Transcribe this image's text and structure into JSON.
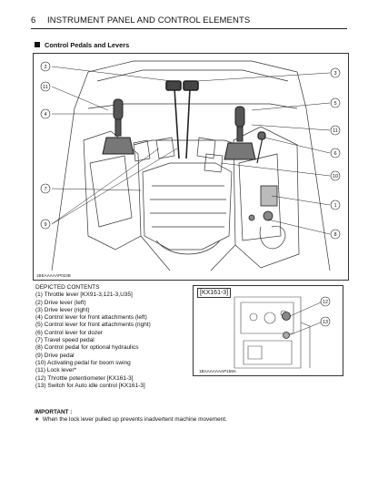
{
  "header": {
    "page_number": "6",
    "title": "INSTRUMENT PANEL AND CONTROL ELEMENTS"
  },
  "section_title": "Control Pedals and Levers",
  "main_figure": {
    "code": "1BEAAAAAP023B",
    "callouts": [
      "2",
      "11",
      "4",
      "7",
      "9",
      "3",
      "5",
      "11",
      "6",
      "10",
      "1",
      "8"
    ]
  },
  "contents": {
    "heading": "DEPICTED CONTENTS",
    "items": [
      "(1) Throttle lever [KX91-3,121-3,U35]",
      "(2) Drive lever (left)",
      "(3) Drive lever (right)",
      "(4) Control lever for front attachments (left)",
      "(5) Control lever for front attachments (right)",
      "(6) Control lever for dozer",
      "(7) Travel speed pedal",
      "(8) Control pedal for optional hydraulics",
      "(9) Drive pedal",
      "(10) Activating pedal for boom swing",
      "(11) Lock lever*",
      "(12) Throttle potentiometer [KX161-3]",
      "(13) Switch for Auto idle control [KX161-3]"
    ]
  },
  "inset_figure": {
    "model": "[KX161-3]",
    "code": "1BAAAAAAAP159A",
    "callouts": [
      "12",
      "13"
    ]
  },
  "important": {
    "label": "IMPORTANT :",
    "note": "When the lock lever pulled up prevents inadvertent machine movement."
  }
}
